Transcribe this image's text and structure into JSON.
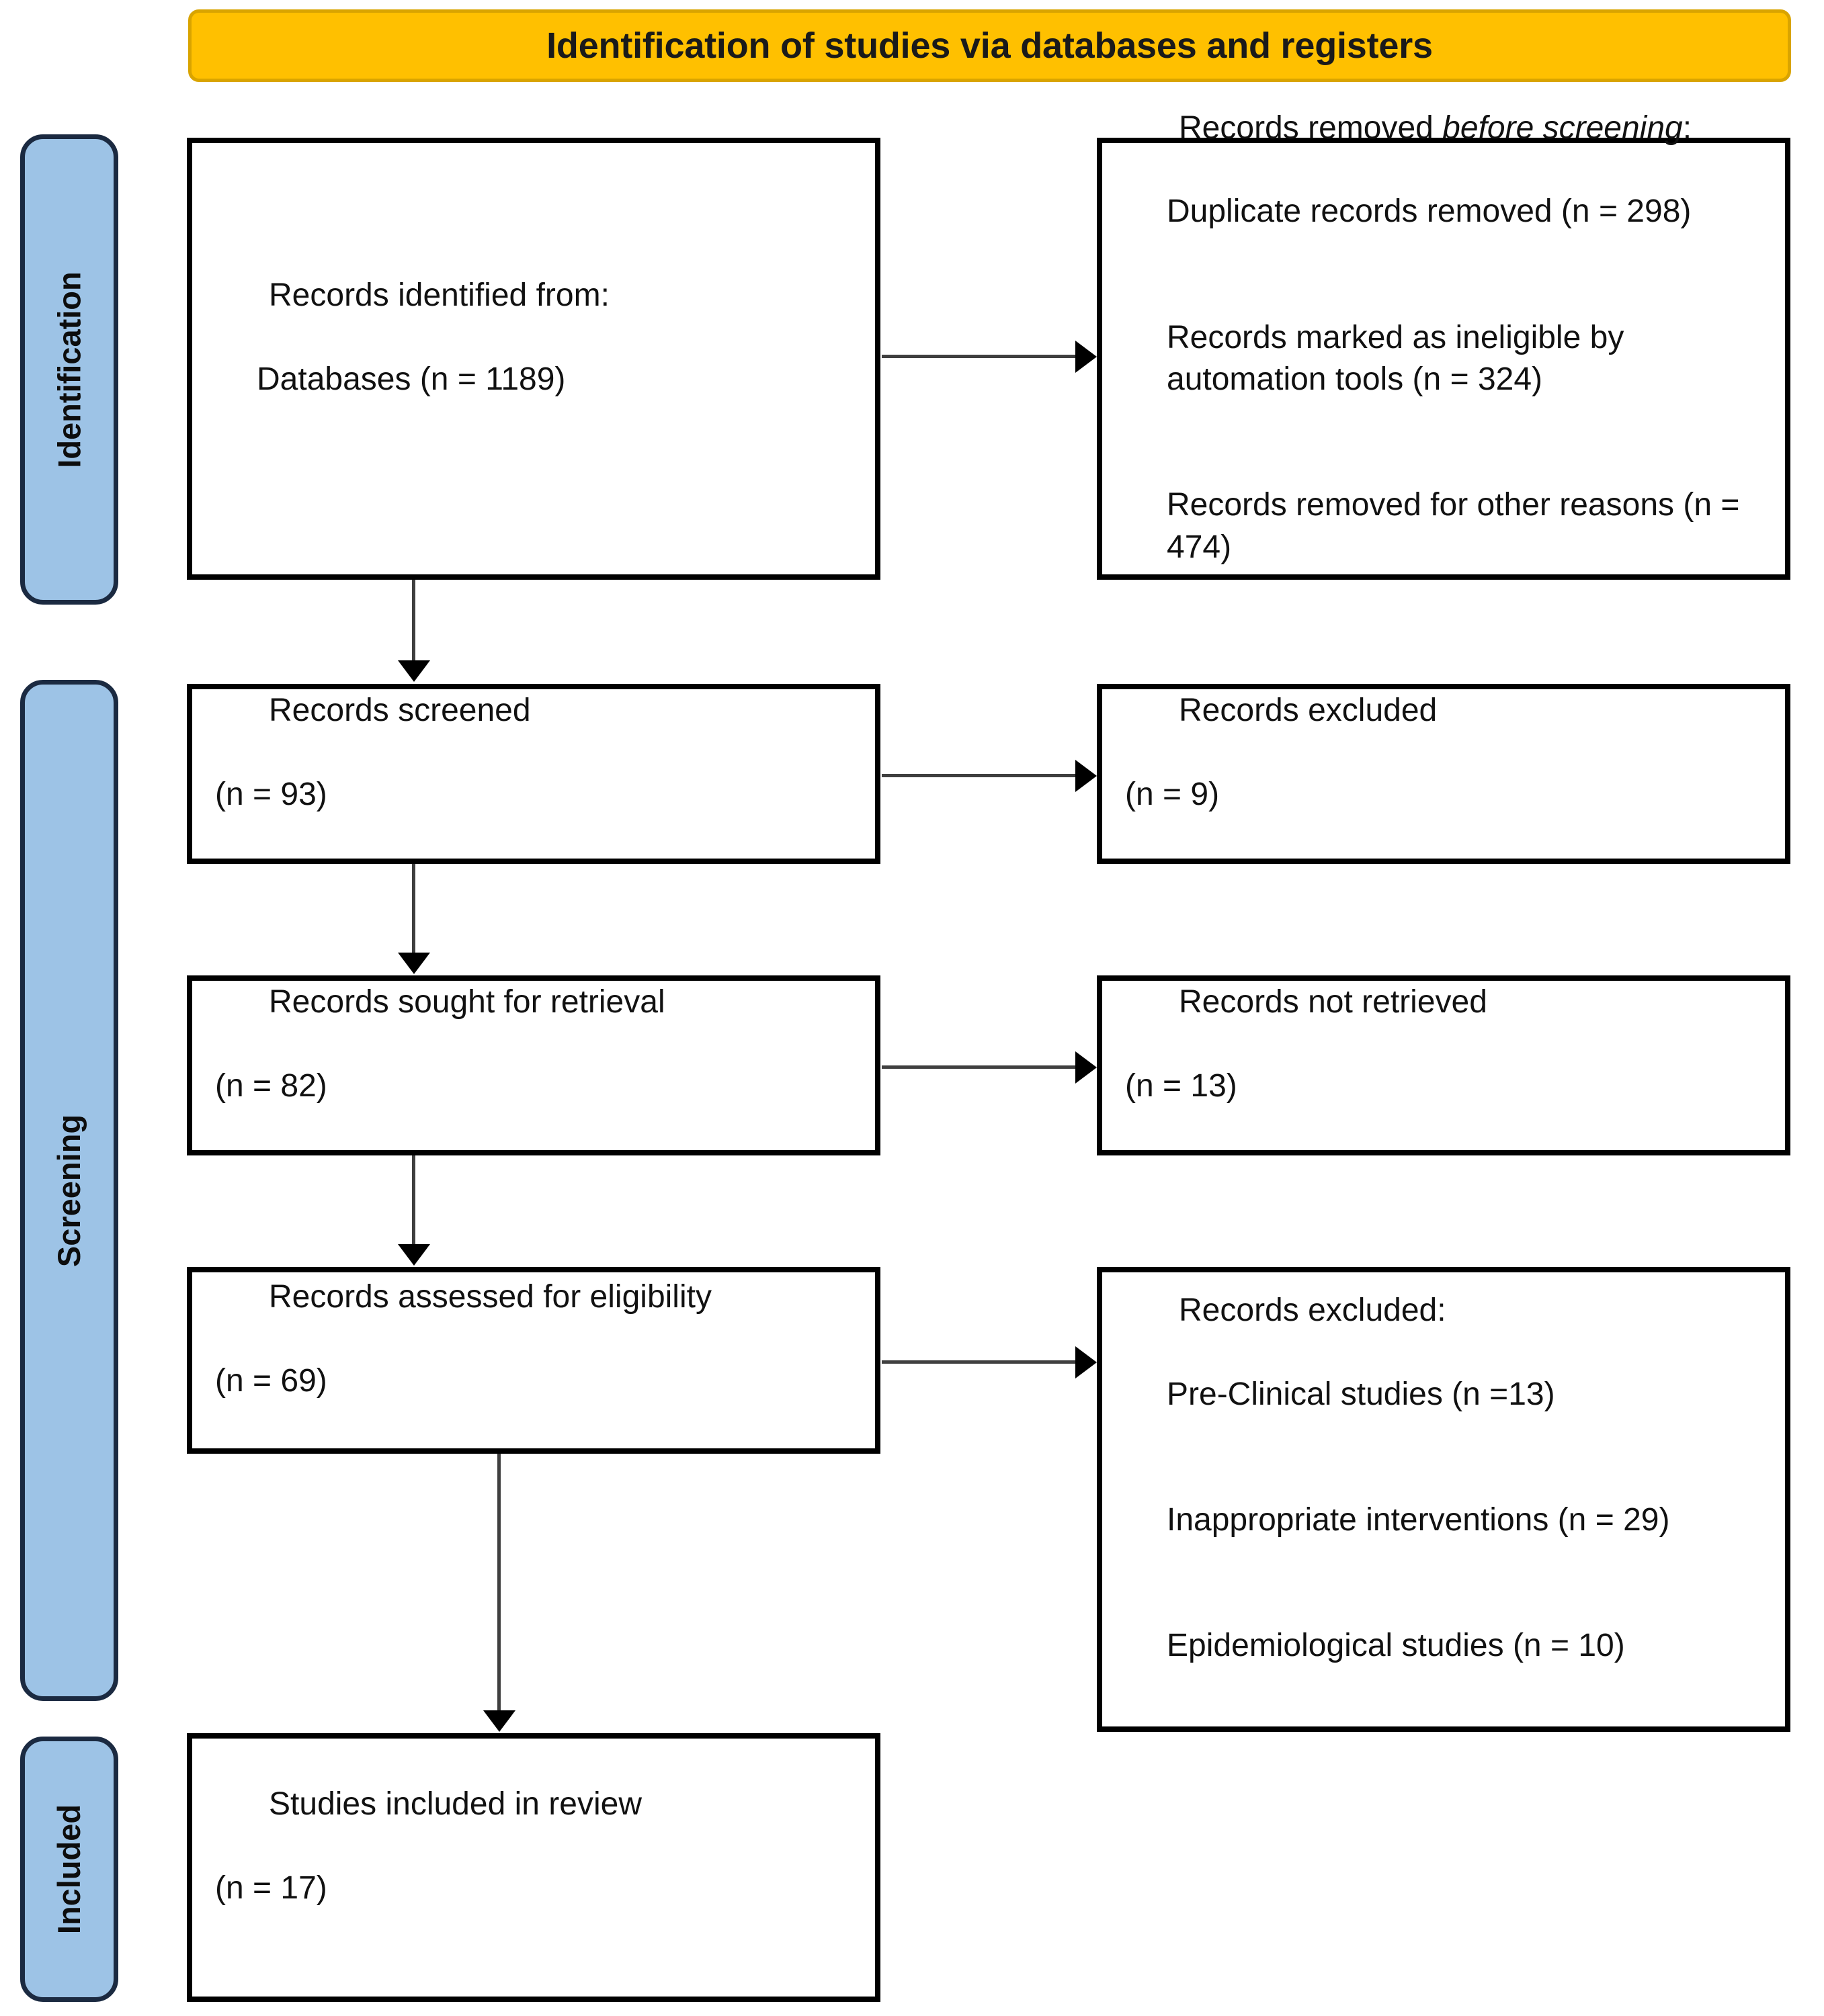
{
  "header": {
    "title": "Identification of studies via databases and registers"
  },
  "colors": {
    "header_background": "#FFC000",
    "header_border": "#D9A400",
    "stage_tab_background": "#9DC3E6",
    "stage_tab_border": "#1B2A41",
    "box_border": "#000000",
    "box_background": "#FFFFFF",
    "arrow": "#000000"
  },
  "stages": [
    {
      "id": "identification",
      "label": "Identification"
    },
    {
      "id": "screening",
      "label": "Screening"
    },
    {
      "id": "included",
      "label": "Included"
    }
  ],
  "boxes": {
    "identified": {
      "title": "Records identified from:",
      "items": [
        "Databases (n = 1189)"
      ],
      "count": 1189
    },
    "removed_before_screening": {
      "title_lead": "Records removed ",
      "title_italic": "before screening",
      "title_tail": ":",
      "items": [
        "Duplicate records removed (n = 298)",
        "Records marked as ineligible by automation tools (n = 324)",
        "Records removed for other reasons (n = 474)"
      ],
      "counts": [
        298,
        324,
        474
      ]
    },
    "screened": {
      "title": "Records screened",
      "count_label": "(n = 93)",
      "count": 93
    },
    "excluded_1": {
      "title": "Records excluded",
      "count_label": "(n = 9)",
      "count": 9
    },
    "sought": {
      "title": "Records sought for retrieval",
      "count_label": "(n = 82)",
      "count": 82
    },
    "not_retrieved": {
      "title": "Records not retrieved",
      "count_label": "(n = 13)",
      "count": 13
    },
    "assessed": {
      "title": "Records assessed for eligibility",
      "count_label": "(n = 69)",
      "count": 69
    },
    "excluded_2": {
      "title": "Records excluded:",
      "items": [
        "Pre-Clinical studies (n =13)",
        "Inappropriate interventions (n = 29)",
        "Epidemiological studies (n = 10)"
      ],
      "counts": [
        13,
        29,
        10
      ]
    },
    "included": {
      "title": "Studies included in review",
      "count_label": "(n = 17)",
      "count": 17
    }
  },
  "arrows": [
    {
      "id": "identified-to-removed",
      "direction": "right"
    },
    {
      "id": "identified-to-screened",
      "direction": "down"
    },
    {
      "id": "screened-to-excluded",
      "direction": "right"
    },
    {
      "id": "screened-to-sought",
      "direction": "down"
    },
    {
      "id": "sought-to-not-retrieved",
      "direction": "right"
    },
    {
      "id": "sought-to-assessed",
      "direction": "down"
    },
    {
      "id": "assessed-to-excluded",
      "direction": "right"
    },
    {
      "id": "assessed-to-included",
      "direction": "down"
    }
  ]
}
